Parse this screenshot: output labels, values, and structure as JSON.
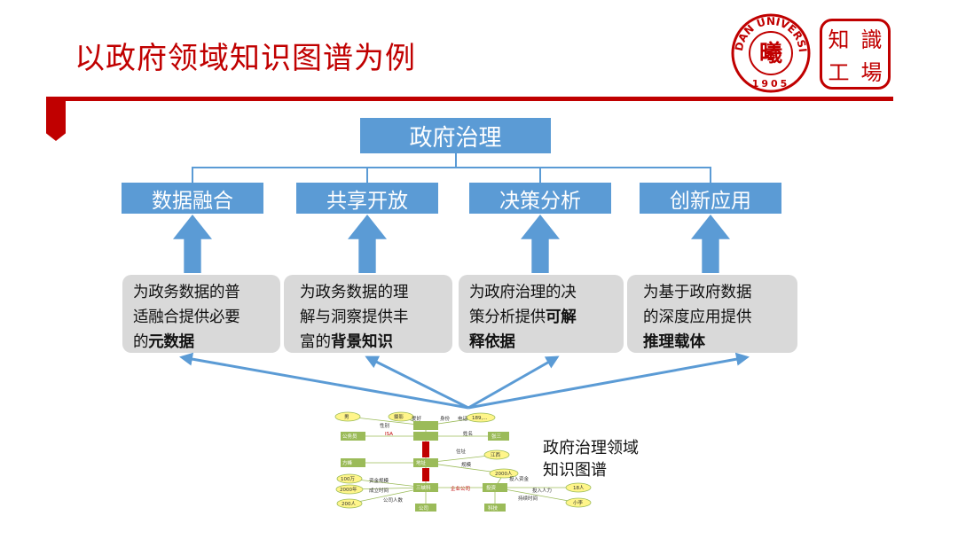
{
  "slide": {
    "title": "以政府领域知识图谱为例"
  },
  "logos": {
    "fudan": {
      "arc_text": "FUDAN UNIVERSITY",
      "year": "1905",
      "center_char": "曦"
    },
    "zhishi_gongchang": {
      "chars": [
        "知",
        "識",
        "工",
        "場"
      ]
    }
  },
  "colors": {
    "accent_red": "#c00000",
    "box_blue": "#5b9bd5",
    "box_gray": "#d9d9d9",
    "kg_green": "#9bbb59",
    "kg_yellow": "#fff58a"
  },
  "diagram": {
    "root": "政府治理",
    "children": [
      "数据融合",
      "共享开放",
      "决策分析",
      "创新应用"
    ],
    "descriptions": [
      {
        "l1": "为政务数据的普",
        "l2": "适融合提供必要",
        "l3_plain": "的",
        "l3_bold": "元数据"
      },
      {
        "l1": "为政务数据的理",
        "l2": "解与洞察提供丰",
        "l3_plain": "富的",
        "l3_bold": "背景知识"
      },
      {
        "l1": "为政府治理的决",
        "l2_plain": "策分析提供",
        "l2_bold": "可解",
        "l3_bold": "释依据"
      },
      {
        "l1": "为基于政府数据",
        "l2": "的深度应用提供",
        "l3_bold": "推理载体"
      }
    ],
    "kg_label": [
      "政府治理领域",
      "知识图谱"
    ]
  },
  "kg_thumbnail": {
    "nodes_yellow": [
      "男",
      "摄影",
      "189,...",
      "100万",
      "2000年",
      "200人",
      "2000人",
      "江西",
      "18人",
      "小李"
    ],
    "nodes_green": [
      "公务员",
      "方峰",
      "张三",
      "三峡科",
      "公司",
      "科技",
      "地址",
      "投资"
    ],
    "edges": [
      "性别",
      "爱好",
      "身份",
      "电话",
      "姓名",
      "ISA",
      "住址",
      "规模",
      "资金规模",
      "成立时间",
      "企业公司",
      "投入资金",
      "投入人力",
      "持续时间",
      "公司人数"
    ]
  }
}
